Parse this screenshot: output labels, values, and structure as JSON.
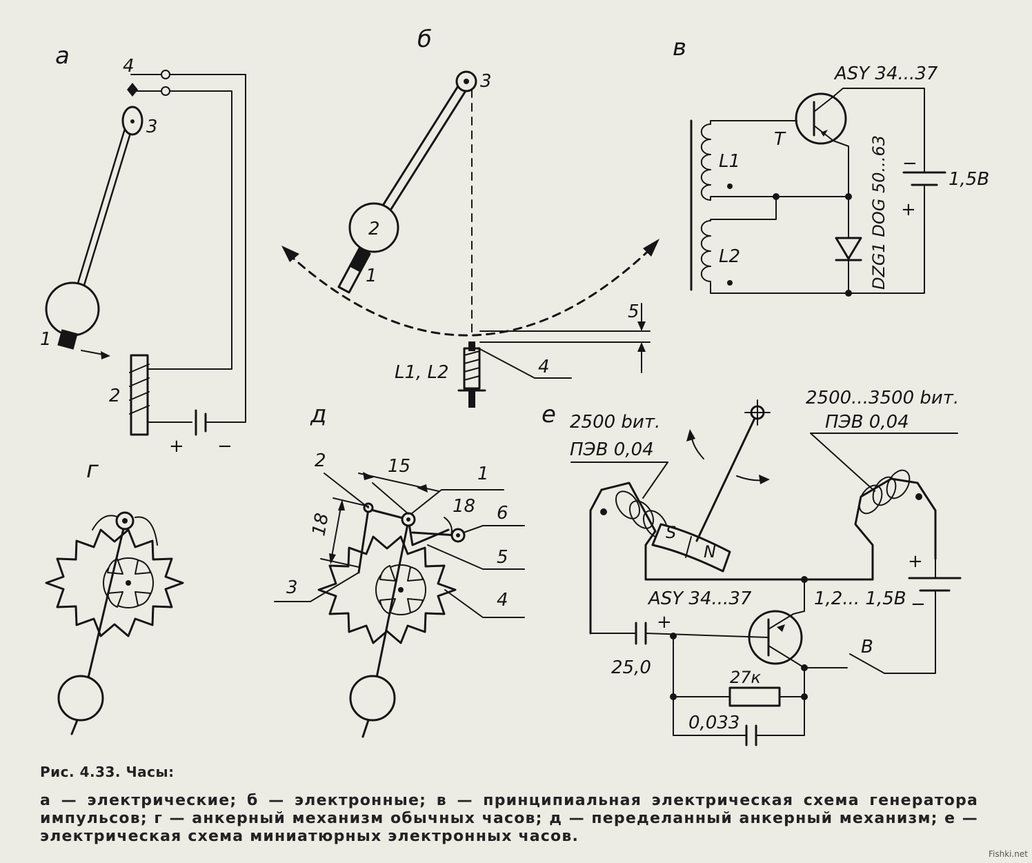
{
  "panels": {
    "a": {
      "letter": "а",
      "labels": [
        "1",
        "2",
        "3",
        "4",
        "+",
        "−"
      ]
    },
    "b": {
      "letter": "б",
      "labels": [
        "1",
        "2",
        "3",
        "4",
        "5",
        "L1, L2"
      ]
    },
    "v": {
      "letter": "в",
      "labels": [
        "ASY 34...37",
        "T",
        "L1",
        "L2",
        "1,5В",
        "DZG1 DOG 50...63",
        "−",
        "+"
      ]
    },
    "g": {
      "letter": "г"
    },
    "d": {
      "letter": "д",
      "labels": [
        "1",
        "2",
        "3",
        "4",
        "5",
        "6",
        "15",
        "18",
        "18"
      ]
    },
    "e": {
      "letter": "е",
      "labels": [
        "2500 bит.",
        "ПЭВ 0,04",
        "2500...3500 bит.",
        "ПЭВ 0,04",
        "ASY 34...37",
        "1,2... 1,5В",
        "25,0",
        "27к",
        "0,033",
        "В",
        "S",
        "N",
        "+",
        "−",
        "+"
      ]
    }
  },
  "caption": {
    "title": "Рис. 4.33. Часы:",
    "text": "а — электрические; б — электронные; в — принципиальная электрическая схема генератора импульсов; г — анкерный механизм обычных часов; д — переделанный анкерный механизм; е — электрическая схема миниатюрных электронных часов."
  },
  "watermark": "Fishki.net"
}
